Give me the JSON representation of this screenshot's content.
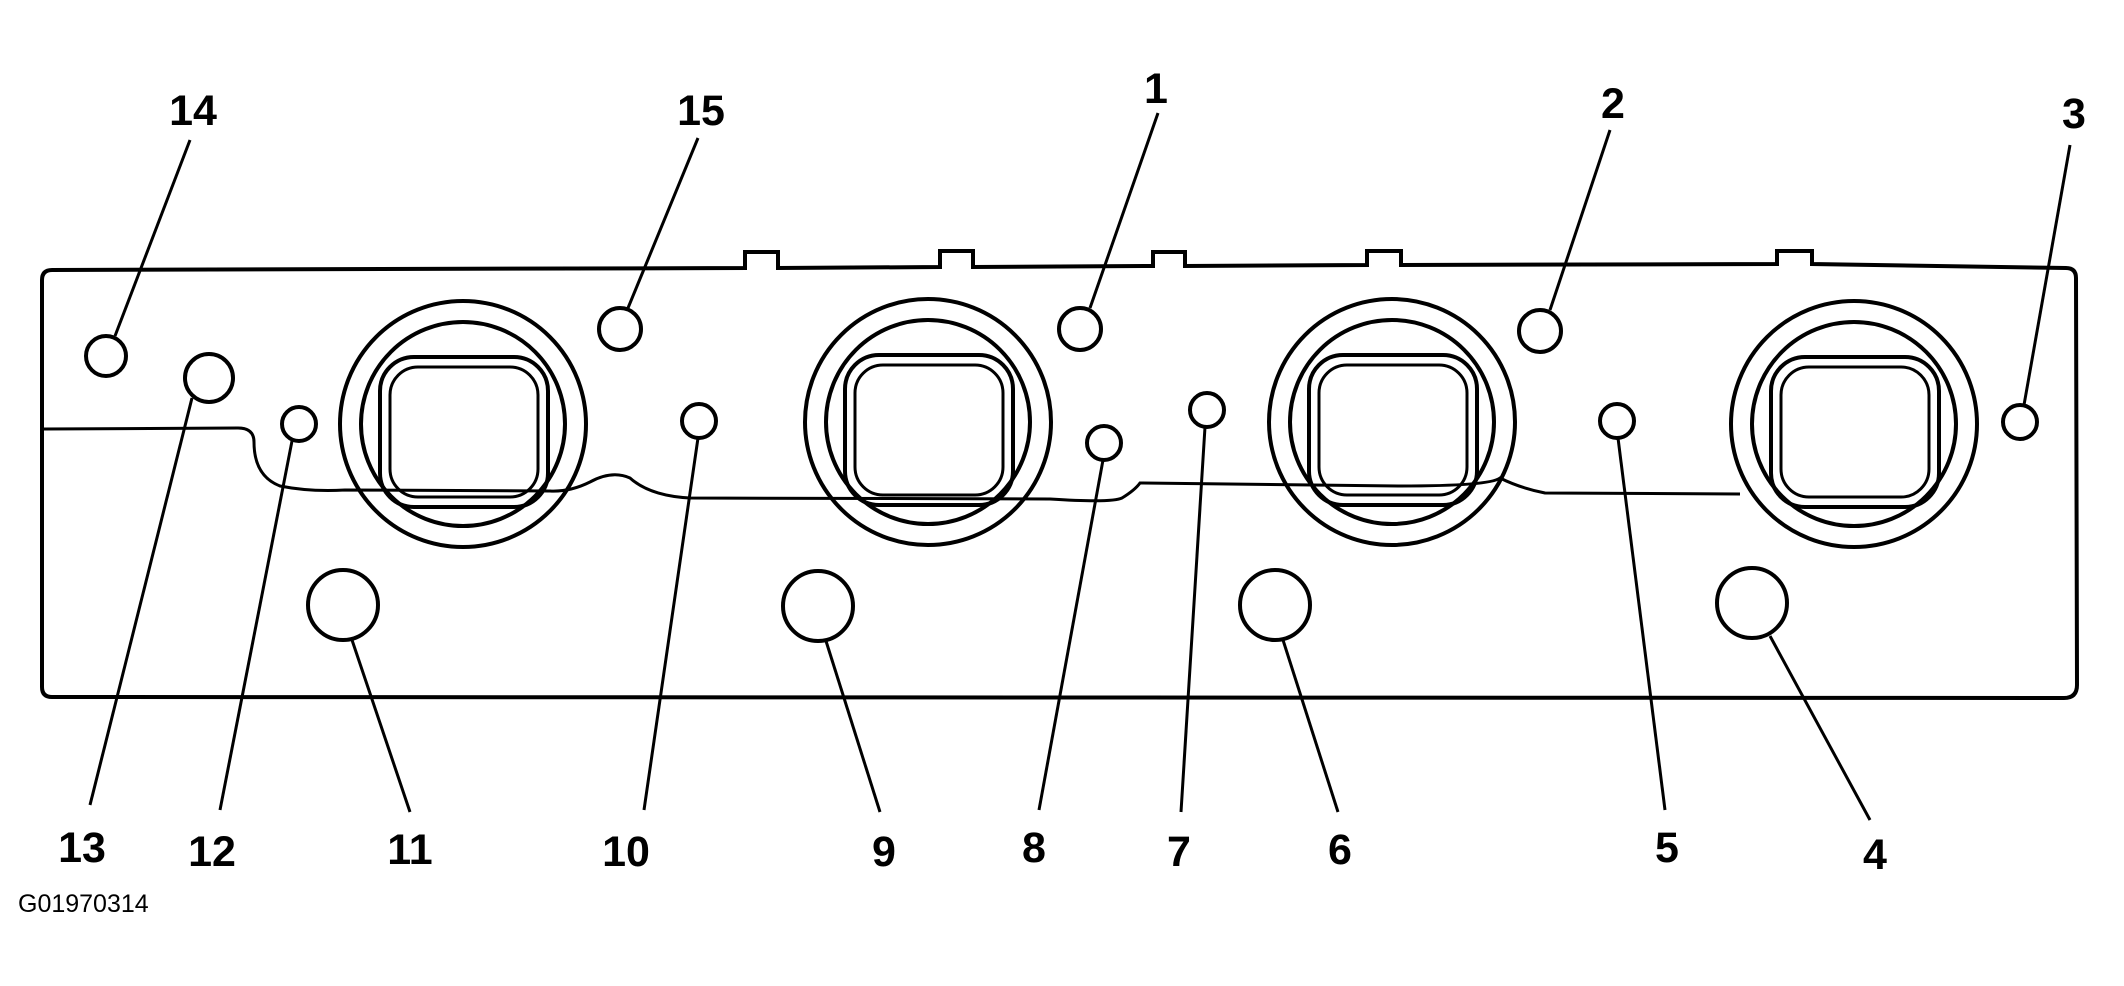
{
  "figure_code": "G01970314",
  "labels": {
    "l1": "1",
    "l2": "2",
    "l3": "3",
    "l4": "4",
    "l5": "5",
    "l6": "6",
    "l7": "7",
    "l8": "8",
    "l9": "9",
    "l10": "10",
    "l11": "11",
    "l12": "12",
    "l13": "13",
    "l14": "14",
    "l15": "15"
  }
}
